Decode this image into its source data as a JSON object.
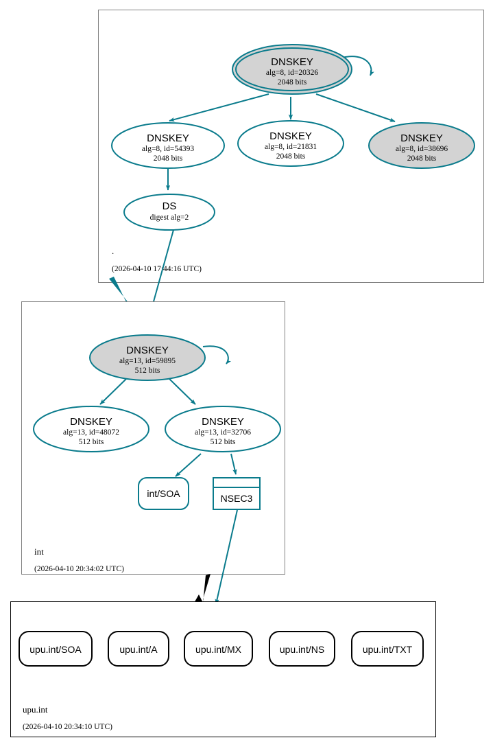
{
  "diagram": {
    "type": "dnssec-authentication-chain",
    "colors": {
      "secure_edge": "#0a7b8c",
      "insecure_edge": "#000000",
      "sep_key_fill": "#d3d3d3",
      "zsk_key_fill": "#ffffff",
      "zone_border": "#808080",
      "insecure_zone_border": "#000000"
    }
  },
  "zones": [
    {
      "id": "root",
      "name": ".",
      "timestamp": "(2026-04-10 17:44:16 UTC)",
      "nodes": [
        {
          "id": "root-ksk-20326",
          "kind": "DNSKEY",
          "title": "DNSKEY",
          "params": "alg=8, id=20326",
          "size": "2048 bits",
          "shape": "doubleellipse",
          "fill": "gray",
          "self_signed": true
        },
        {
          "id": "root-zsk-54393",
          "kind": "DNSKEY",
          "title": "DNSKEY",
          "params": "alg=8, id=54393",
          "size": "2048 bits",
          "shape": "ellipse",
          "fill": "white",
          "self_signed": false
        },
        {
          "id": "root-zsk-21831",
          "kind": "DNSKEY",
          "title": "DNSKEY",
          "params": "alg=8, id=21831",
          "size": "2048 bits",
          "shape": "ellipse",
          "fill": "white",
          "self_signed": false
        },
        {
          "id": "root-ksk-38696",
          "kind": "DNSKEY",
          "title": "DNSKEY",
          "params": "alg=8, id=38696",
          "size": "2048 bits",
          "shape": "ellipse",
          "fill": "gray",
          "self_signed": false
        },
        {
          "id": "root-ds",
          "kind": "DS",
          "title": "DS",
          "params": "digest alg=2",
          "size": "",
          "shape": "ellipse",
          "fill": "white",
          "self_signed": false
        }
      ]
    },
    {
      "id": "int",
      "name": "int",
      "timestamp": "(2026-04-10 20:34:02 UTC)",
      "nodes": [
        {
          "id": "int-ksk-59895",
          "kind": "DNSKEY",
          "title": "DNSKEY",
          "params": "alg=13, id=59895",
          "size": "512 bits",
          "shape": "ellipse",
          "fill": "gray",
          "self_signed": true
        },
        {
          "id": "int-zsk-48072",
          "kind": "DNSKEY",
          "title": "DNSKEY",
          "params": "alg=13, id=48072",
          "size": "512 bits",
          "shape": "ellipse",
          "fill": "white",
          "self_signed": false
        },
        {
          "id": "int-zsk-32706",
          "kind": "DNSKEY",
          "title": "DNSKEY",
          "params": "alg=13, id=32706",
          "size": "512 bits",
          "shape": "ellipse",
          "fill": "white",
          "self_signed": false
        },
        {
          "id": "int-soa",
          "kind": "RRset",
          "title": "int/SOA",
          "params": "",
          "size": "",
          "shape": "roundrect",
          "fill": "white",
          "self_signed": false
        },
        {
          "id": "int-nsec3",
          "kind": "NSEC3",
          "title": "NSEC3",
          "params": "",
          "size": "",
          "shape": "recordbox",
          "fill": "white",
          "self_signed": false
        }
      ]
    },
    {
      "id": "upu-int",
      "name": "upu.int",
      "timestamp": "(2026-04-10 20:34:10 UTC)",
      "nodes": [
        {
          "id": "upu-soa",
          "kind": "RRset",
          "title": "upu.int/SOA",
          "params": "",
          "size": "",
          "shape": "roundrect",
          "fill": "white",
          "self_signed": false
        },
        {
          "id": "upu-a",
          "kind": "RRset",
          "title": "upu.int/A",
          "params": "",
          "size": "",
          "shape": "roundrect",
          "fill": "white",
          "self_signed": false
        },
        {
          "id": "upu-mx",
          "kind": "RRset",
          "title": "upu.int/MX",
          "params": "",
          "size": "",
          "shape": "roundrect",
          "fill": "white",
          "self_signed": false
        },
        {
          "id": "upu-ns",
          "kind": "RRset",
          "title": "upu.int/NS",
          "params": "",
          "size": "",
          "shape": "roundrect",
          "fill": "white",
          "self_signed": false
        },
        {
          "id": "upu-txt",
          "kind": "RRset",
          "title": "upu.int/TXT",
          "params": "",
          "size": "",
          "shape": "roundrect",
          "fill": "white",
          "self_signed": false
        }
      ]
    }
  ],
  "edges": [
    {
      "from": "root-ksk-20326",
      "to": "root-ksk-20326",
      "style": "secure",
      "kind": "self-sign"
    },
    {
      "from": "root-ksk-20326",
      "to": "root-zsk-54393",
      "style": "secure",
      "kind": "sign"
    },
    {
      "from": "root-ksk-20326",
      "to": "root-zsk-21831",
      "style": "secure",
      "kind": "sign"
    },
    {
      "from": "root-ksk-20326",
      "to": "root-ksk-38696",
      "style": "secure",
      "kind": "sign"
    },
    {
      "from": "root-zsk-54393",
      "to": "root-ds",
      "style": "secure",
      "kind": "sign"
    },
    {
      "from": "root-ds",
      "to": "int-ksk-59895",
      "style": "secure",
      "kind": "delegation-ds"
    },
    {
      "from": "root",
      "to": "int",
      "style": "secure",
      "kind": "zone-delegation"
    },
    {
      "from": "int-ksk-59895",
      "to": "int-ksk-59895",
      "style": "secure",
      "kind": "self-sign"
    },
    {
      "from": "int-ksk-59895",
      "to": "int-zsk-48072",
      "style": "secure",
      "kind": "sign"
    },
    {
      "from": "int-ksk-59895",
      "to": "int-zsk-32706",
      "style": "secure",
      "kind": "sign"
    },
    {
      "from": "int-zsk-32706",
      "to": "int-soa",
      "style": "secure",
      "kind": "sign"
    },
    {
      "from": "int-zsk-32706",
      "to": "int-nsec3",
      "style": "secure",
      "kind": "sign"
    },
    {
      "from": "int-nsec3",
      "to": "upu-int",
      "style": "secure",
      "kind": "nsec3-proof"
    },
    {
      "from": "int",
      "to": "upu-int",
      "style": "insecure",
      "kind": "zone-delegation"
    }
  ]
}
